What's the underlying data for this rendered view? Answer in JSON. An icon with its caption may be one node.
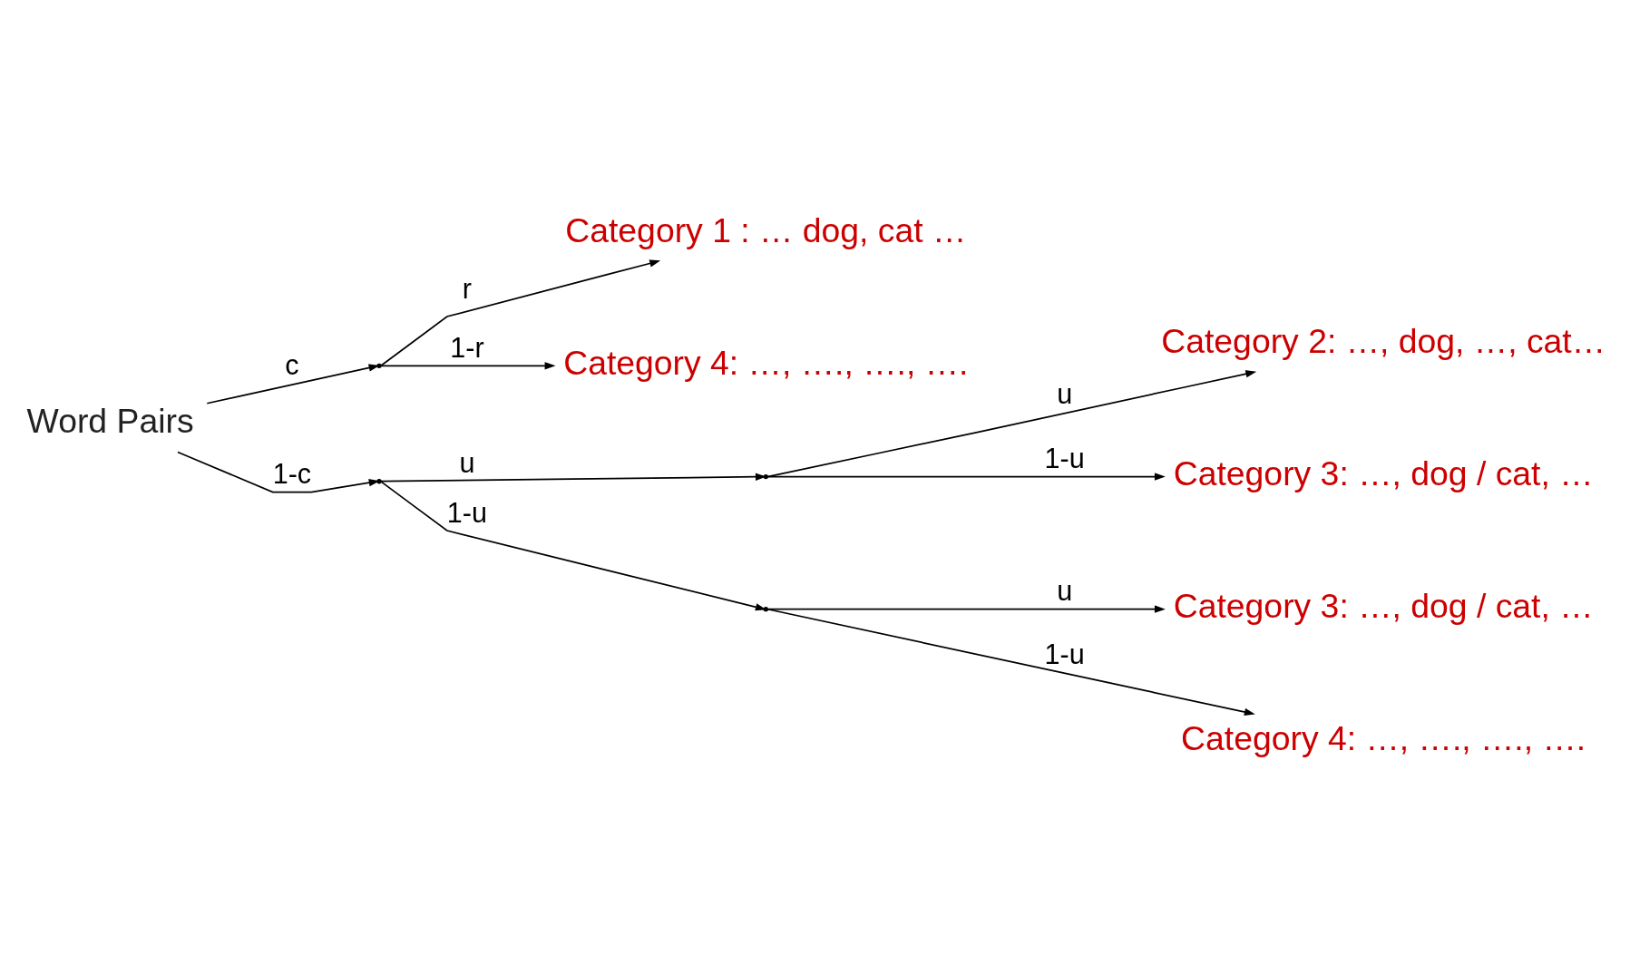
{
  "diagram": {
    "nodes": [
      {
        "text": [
          "Word Pairs"
        ]
      },
      {
        "text": [],
        "shape": "point"
      },
      {
        "text": [
          "Category 1 : … dog, cat …"
        ]
      },
      {
        "text": [
          "Category 4: …, …., …., …."
        ]
      },
      {
        "text": [],
        "shape": "point"
      },
      {
        "text": [],
        "shape": "point"
      },
      {
        "text": [
          "Category 2: …, dog, …, cat…"
        ]
      },
      {
        "text": [
          "Category 3: …, dog / cat, …"
        ]
      },
      {
        "text": [],
        "shape": "point"
      },
      {
        "text": [
          "Category 3: …, dog / cat, …"
        ]
      },
      {
        "text": [
          "Category 4: …, …., …., …."
        ]
      }
    ],
    "edges": [
      {
        "from": 0,
        "to": 1,
        "arrow": "to",
        "label": "c"
      },
      {
        "from": 1,
        "to": 2,
        "arrow": "to",
        "label": "r"
      },
      {
        "from": 1,
        "to": 3,
        "arrow": "to",
        "label": "1-r"
      },
      {
        "from": 0,
        "to": 4,
        "arrow": "to",
        "label": "1-c"
      },
      {
        "from": 4,
        "to": 5,
        "arrow": "to",
        "label": "u"
      },
      {
        "from": 5,
        "to": 6,
        "arrow": "to",
        "label": "u"
      },
      {
        "from": 5,
        "to": 7,
        "arrow": "to",
        "label": "1-u"
      },
      {
        "from": 4,
        "to": 8,
        "arrow": "to",
        "label": "1-u"
      },
      {
        "from": 8,
        "to": 9,
        "arrow": "to",
        "label": "u"
      },
      {
        "from": 8,
        "to": 10,
        "arrow": "to",
        "label": "1-u"
      }
    ]
  }
}
